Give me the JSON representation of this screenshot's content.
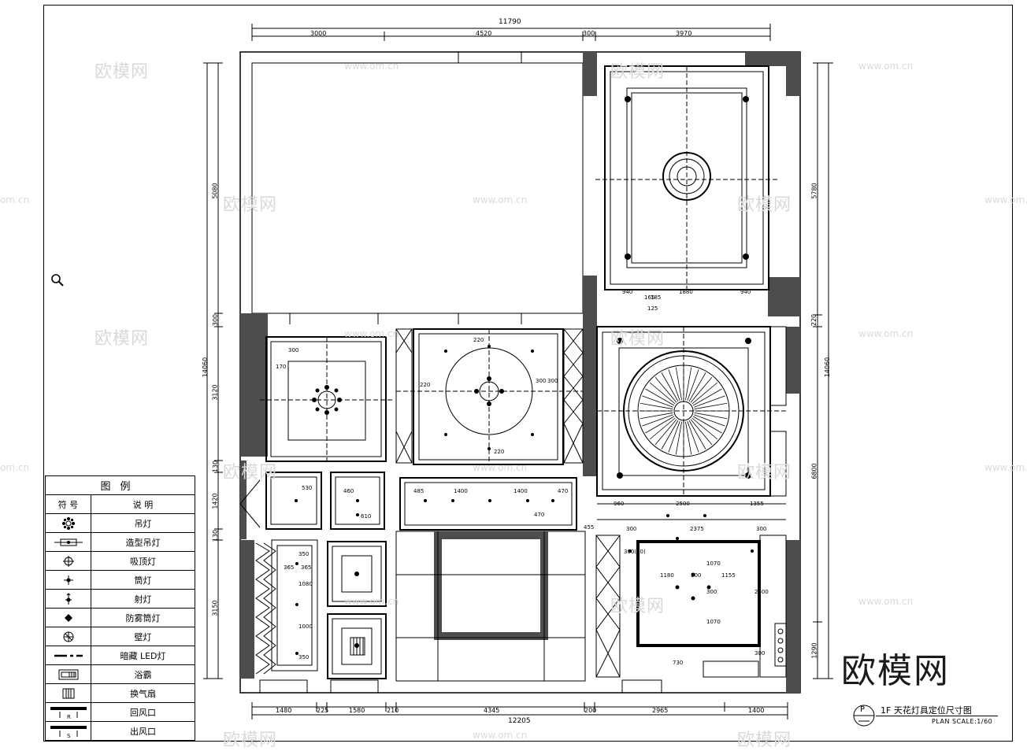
{
  "dimensions": {
    "top_total": "11790",
    "top_segments": [
      "3000",
      "4520",
      "300",
      "3970"
    ],
    "bottom_total": "12205",
    "bottom_segments": [
      "1480",
      "225",
      "1580",
      "210",
      "4345",
      "200",
      "2965",
      "1400"
    ],
    "left_total": "14060",
    "left_segments": [
      "5080",
      "300",
      "3120",
      "130",
      "1420",
      "130",
      "3150"
    ],
    "right_total": "14060",
    "right_segments": [
      "5780",
      "220",
      "6800",
      "1290"
    ]
  },
  "room_labels": {
    "r1_a": "300",
    "r1_b": "170",
    "r2_a": "220",
    "r2_b": "220",
    "r2_c": "300",
    "r2_d": "300",
    "r2_e": "220",
    "r3_a": "940",
    "r3_b": "1880",
    "r3_c": "940",
    "r3_d": "165",
    "r3_e": "185",
    "r3_f": "125",
    "s1_a": "530",
    "s2_a": "460",
    "s2_b": "610",
    "corr_a": "485",
    "corr_b": "1400",
    "corr_c": "1400",
    "corr_d": "470",
    "corr_e": "470",
    "r4_a": "960",
    "r4_b": "2500",
    "r4_c": "1355",
    "r4_d": "455",
    "k_a": "300",
    "k_b": "2375",
    "k_c": "300",
    "k_d": "1180",
    "k_e": "300",
    "k_f": "1155",
    "k_g": "1070",
    "k_h": "300",
    "k_i": "2500",
    "k_j": "1070",
    "k_k": "300",
    "k_l": "730",
    "k_m": "300(00)",
    "b_a": "365",
    "b_b": "365",
    "b_c": "1080",
    "b_d": "1000",
    "b_e": "350",
    "b_f": "350"
  },
  "legend": {
    "title": "图例",
    "header_symbol": "符 号",
    "header_desc": "说 明",
    "items": [
      {
        "icon": "chandelier-icon",
        "label": "吊灯"
      },
      {
        "icon": "feature-pendant-icon",
        "label": "造型吊灯"
      },
      {
        "icon": "ceiling-lamp-icon",
        "label": "吸顶灯"
      },
      {
        "icon": "downlight-icon",
        "label": "筒灯"
      },
      {
        "icon": "spotlight-icon",
        "label": "射灯"
      },
      {
        "icon": "fogproof-downlight-icon",
        "label": "防雾筒灯"
      },
      {
        "icon": "wall-lamp-icon",
        "label": "壁灯"
      },
      {
        "icon": "hidden-led-icon",
        "label": "暗藏 LED灯"
      },
      {
        "icon": "bath-heater-icon",
        "label": "浴霸"
      },
      {
        "icon": "exhaust-fan-icon",
        "label": "换气扇"
      },
      {
        "icon": "return-air-icon",
        "label": "回风口"
      },
      {
        "icon": "supply-air-icon",
        "label": "出风口"
      }
    ],
    "return_air_mark": "R",
    "supply_air_mark": "S"
  },
  "title_block": {
    "circle_label": "P",
    "title": "1F 天花灯具定位尺寸图",
    "subtitle": "PLAN    SCALE:1/60"
  },
  "watermarks": {
    "brand": "欧模网",
    "url": "www.om.cn",
    "url_left": "om.cn",
    "url_right": "www.om.cn"
  },
  "brand_logo": "欧模网",
  "colors": {
    "ink": "#000000",
    "wall_fill": "#4d4d4d",
    "watermark": "#d9d9d9"
  }
}
